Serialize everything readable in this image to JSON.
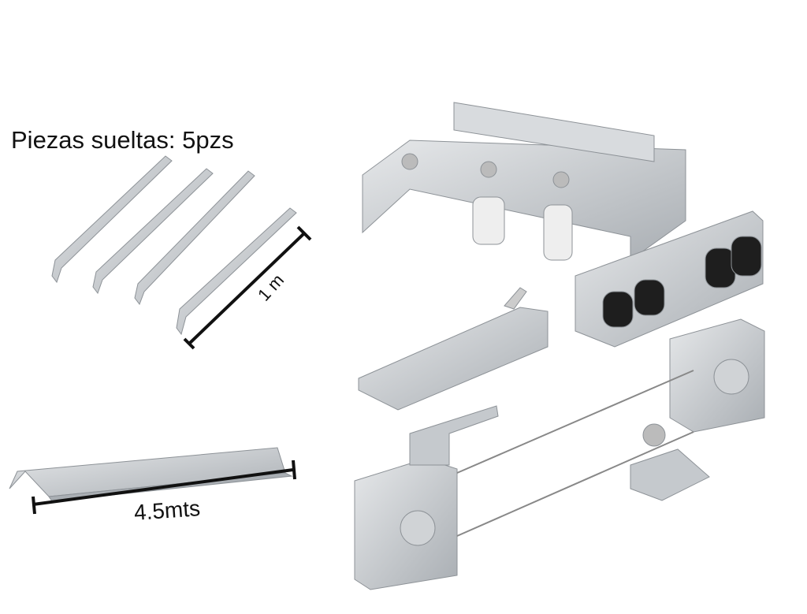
{
  "heading": "Piezas sueltas: 5pzs",
  "short_rail_length": "1 m",
  "long_rail_length": "4.5mts",
  "colors": {
    "metal": "#c9ccd0",
    "metal_dark": "#9aa0a6",
    "roller": "#1e1e1e",
    "wheel": "#eeeeee"
  }
}
